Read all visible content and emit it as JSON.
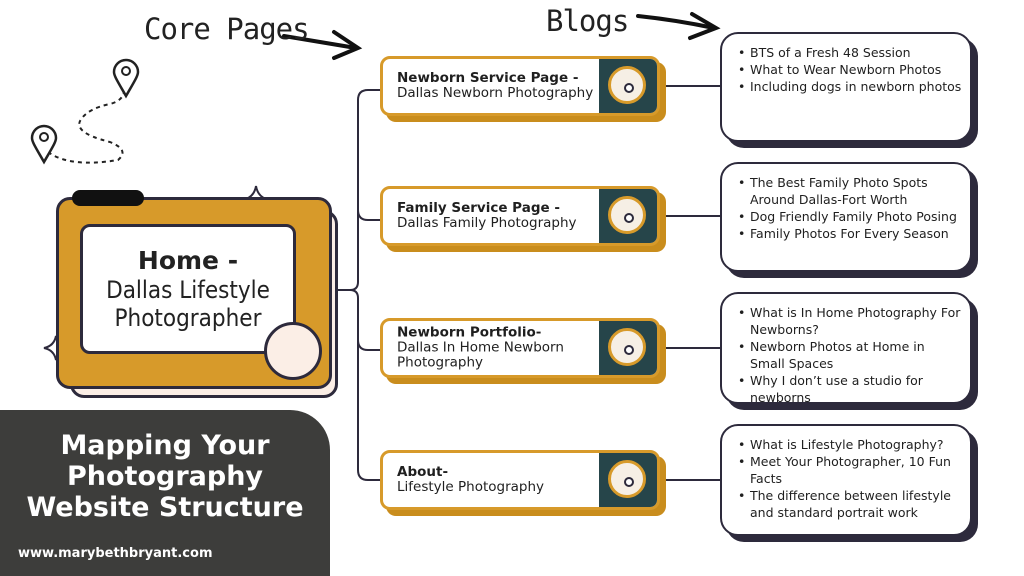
{
  "headers": {
    "core_pages": "Core Pages",
    "blogs": "Blogs"
  },
  "home": {
    "line1": "Home -",
    "line2": "Dallas Lifestyle",
    "line3": "Photographer"
  },
  "core_pages": [
    {
      "bold": "Newborn Service Page -",
      "rest": "Dallas Newborn Photography"
    },
    {
      "bold": "Family Service Page -",
      "rest": "Dallas Family Photography"
    },
    {
      "bold": "Newborn Portfolio-",
      "rest": "Dallas In Home Newborn Photography"
    },
    {
      "bold": "About-",
      "rest": "Lifestyle Photography"
    }
  ],
  "blogs": [
    [
      "BTS of a Fresh 48 Session",
      "What to Wear Newborn Photos",
      "Including dogs in newborn photos"
    ],
    [
      "The Best Family Photo Spots Around Dallas-Fort Worth",
      "Dog Friendly Family Photo Posing",
      "Family Photos For Every Season"
    ],
    [
      "What is In Home Photography For Newborns?",
      "Newborn Photos at Home in Small Spaces",
      "Why I don’t use a studio for newborns"
    ],
    [
      "What is Lifestyle Photography?",
      "Meet Your Photographer, 10 Fun Facts",
      "The difference between lifestyle and standard portrait work"
    ]
  ],
  "footer": {
    "title": "Mapping Your Photography Website Structure",
    "url": "www.marybethbryant.com"
  },
  "colors": {
    "gold": "#d79a2a",
    "teal": "#26454a",
    "dark": "#2d2a3c",
    "panel": "#3d3d3b",
    "cream": "#fbeee6"
  },
  "icons": [
    "map-pin-icon",
    "arrow-right-icon",
    "sparkle-icon"
  ]
}
